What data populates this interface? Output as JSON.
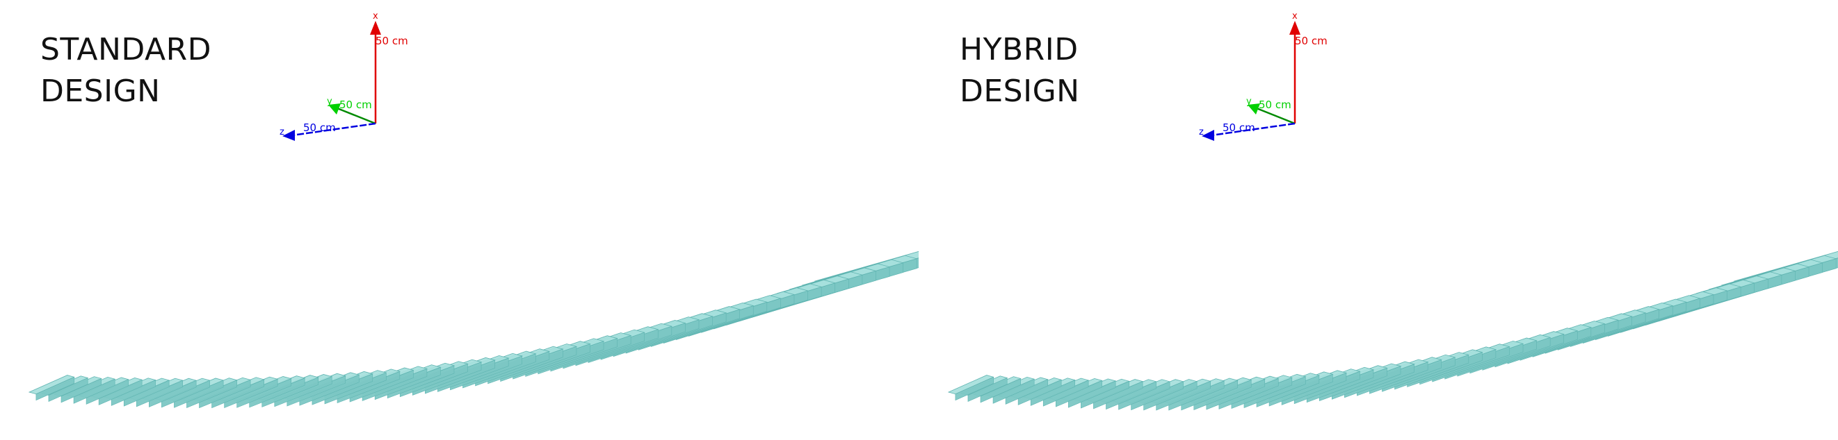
{
  "panels": [
    {
      "title_line1": "STANDARD",
      "title_line2": "DESIGN",
      "variant": "standard"
    },
    {
      "title_line1": "HYBRID",
      "title_line2": "DESIGN",
      "variant": "hybrid"
    }
  ],
  "axes": {
    "x": {
      "letter": "x",
      "length_label": "50 cm",
      "color": "#e00000"
    },
    "y": {
      "letter": "y",
      "length_label": "50 cm",
      "color": "#00d000"
    },
    "z": {
      "letter": "z",
      "length_label": "50 cm",
      "color": "#0000e0"
    }
  },
  "slab_colors": {
    "top": "#a6dfdc",
    "side": "#7cc7c4",
    "edge": "#5fb4b1"
  }
}
